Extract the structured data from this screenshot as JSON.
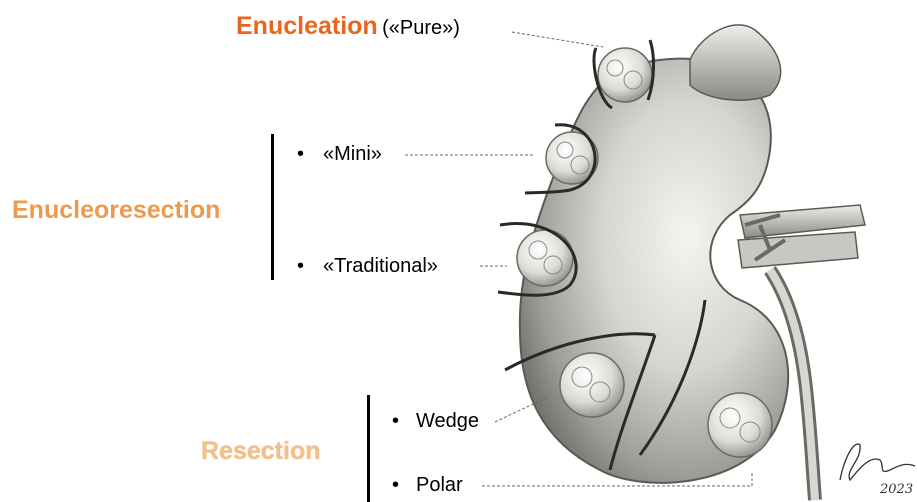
{
  "labels": {
    "enucleation": "Enucleation",
    "enucleation_sub": "(«Pure»)",
    "enucleoresection": "Enucleoresection",
    "resection": "Resection"
  },
  "enucleoresection_items": [
    "«Mini»",
    "«Traditional»"
  ],
  "resection_items": [
    "Wedge",
    "Polar"
  ],
  "signature_year": "2023",
  "colors": {
    "enucleation": "#e8661e",
    "enucleoresection": "#ec9a4e",
    "resection": "#f2c08a"
  }
}
